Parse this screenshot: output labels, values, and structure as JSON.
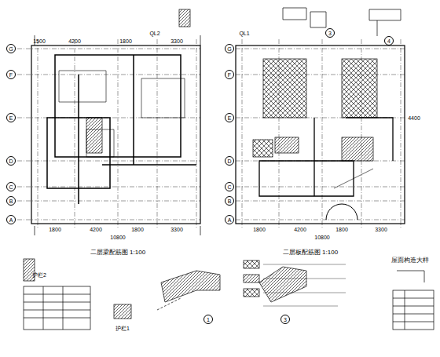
{
  "diagram": {
    "nodes": [
      {
        "text": [
          "G"
        ]
      },
      {
        "text": [
          "F"
        ]
      },
      {
        "text": [
          "E"
        ]
      },
      {
        "text": [
          "D"
        ]
      },
      {
        "text": [
          "C"
        ]
      },
      {
        "text": [
          "B"
        ]
      },
      {
        "text": [
          "A"
        ]
      },
      {
        "text": [
          "G"
        ]
      },
      {
        "text": [
          "F"
        ]
      },
      {
        "text": [
          "E"
        ]
      },
      {
        "text": [
          "D"
        ]
      },
      {
        "text": [
          "C"
        ]
      },
      {
        "text": [
          "B"
        ]
      },
      {
        "text": [
          "A"
        ]
      },
      {
        "text": [
          "1"
        ]
      },
      {
        "text": [
          "3"
        ]
      },
      {
        "text": [
          "3"
        ]
      },
      {
        "text": [
          "4"
        ]
      }
    ],
    "labels": [
      "QL2",
      "QL1",
      "1500",
      "4200",
      "1800",
      "3300",
      "1800",
      "4200",
      "1800",
      "3300",
      "10800",
      "1800",
      "4200",
      "1800",
      "3300",
      "10800",
      "4400",
      "二层梁配筋图 1:100",
      "二层板配筋图 1:100",
      "屋面构造大样",
      "护栏2",
      "护栏1"
    ]
  }
}
